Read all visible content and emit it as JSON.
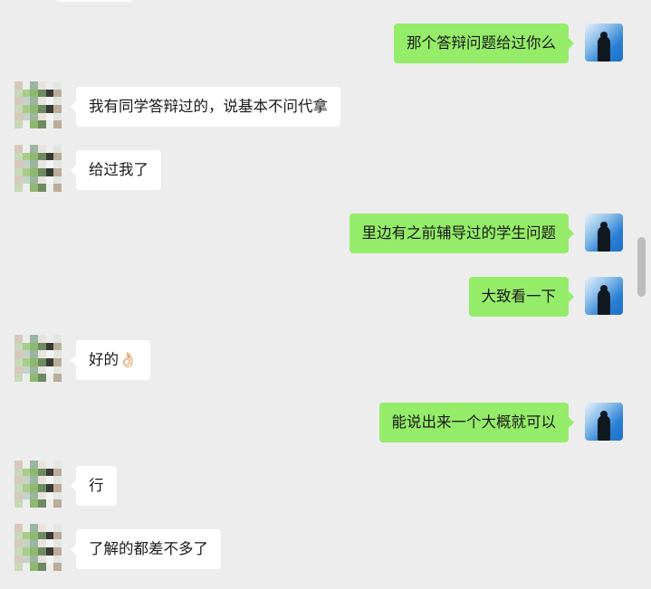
{
  "chat": {
    "messages": [
      {
        "side": "out",
        "text": "那个答辩问题给过你么"
      },
      {
        "side": "in",
        "text": "我有同学答辩过的，说基本不问代拿"
      },
      {
        "side": "in",
        "text": "给过我了"
      },
      {
        "side": "out",
        "text": "里边有之前辅导过的学生问题"
      },
      {
        "side": "out",
        "text": "大致看一下"
      },
      {
        "side": "in",
        "text": "好的👌🏻"
      },
      {
        "side": "out",
        "text": "能说出来一个大概就可以"
      },
      {
        "side": "in",
        "text": "行"
      },
      {
        "side": "in",
        "text": "了解的都差不多了"
      }
    ]
  },
  "colors": {
    "background": "#ededed",
    "sent_bubble": "#95ec69",
    "received_bubble": "#ffffff"
  }
}
